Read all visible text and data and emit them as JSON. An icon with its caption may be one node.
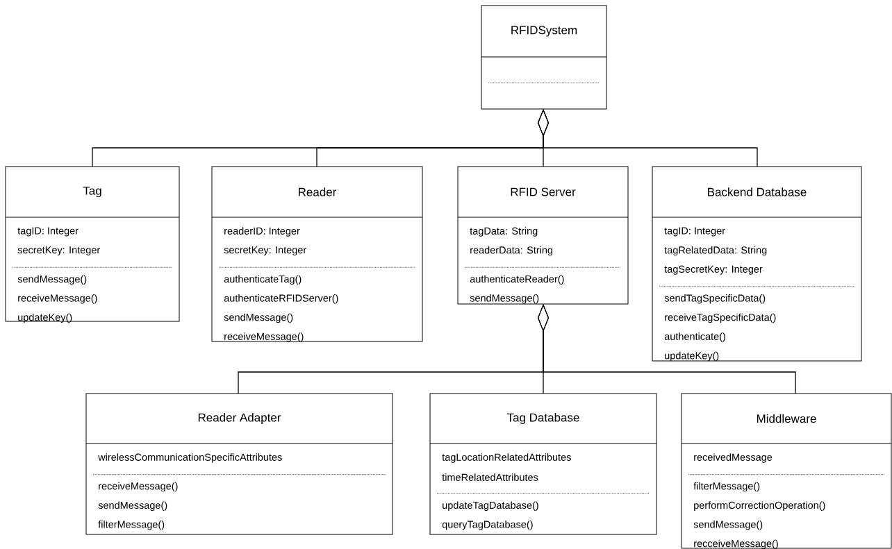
{
  "diagram": {
    "nodes": [
      {
        "text": [
          "RFIDSystem"
        ]
      },
      {
        "text": [
          "Tag",
          "tagID: Integer",
          "secretKey: Integer",
          "sendMessage()",
          "receiveMessage()",
          "updateKey()"
        ]
      },
      {
        "text": [
          "Reader",
          "readerID: Integer",
          "secretKey: Integer",
          "authenticateTag()",
          "authenticateRFIDServer()",
          "sendMessage()",
          "receiveMessage()"
        ]
      },
      {
        "text": [
          "RFID Server",
          "tagData: String",
          "readerData: String",
          "authenticateReader()",
          "sendMessage()"
        ]
      },
      {
        "text": [
          "Backend Database",
          "tagID: Integer",
          "tagRelatedData: String",
          "tagSecretKey: Integer",
          "sendTagSpecificData()",
          "receiveTagSpecificData()",
          "authenticate()",
          "updateKey()"
        ]
      },
      {
        "text": [
          "Reader Adapter",
          "wirelessCommunicationSpecificAttributes",
          "receiveMessage()",
          "sendMessage()",
          "filterMessage()"
        ]
      },
      {
        "text": [
          "Tag Database",
          "tagLocationRelatedAttributes",
          "timeRelatedAttributes",
          "updateTagDatabase()",
          "queryTagDatabase()"
        ]
      },
      {
        "text": [
          "Middleware",
          "receivedMessage",
          "filterMessage()",
          "performCorrectionOperation()",
          "sendMessage()",
          "recceiveMessage()"
        ]
      }
    ],
    "edges": [
      {
        "from": 1,
        "to": 0,
        "arrow": "other"
      },
      {
        "from": 2,
        "to": 0,
        "arrow": "other"
      },
      {
        "from": 3,
        "to": 0,
        "arrow": "other"
      },
      {
        "from": 4,
        "to": 0,
        "arrow": "other"
      },
      {
        "from": 5,
        "to": 3,
        "arrow": "other"
      },
      {
        "from": 6,
        "to": 3,
        "arrow": "other"
      },
      {
        "from": 7,
        "to": 3,
        "arrow": "other"
      }
    ]
  }
}
